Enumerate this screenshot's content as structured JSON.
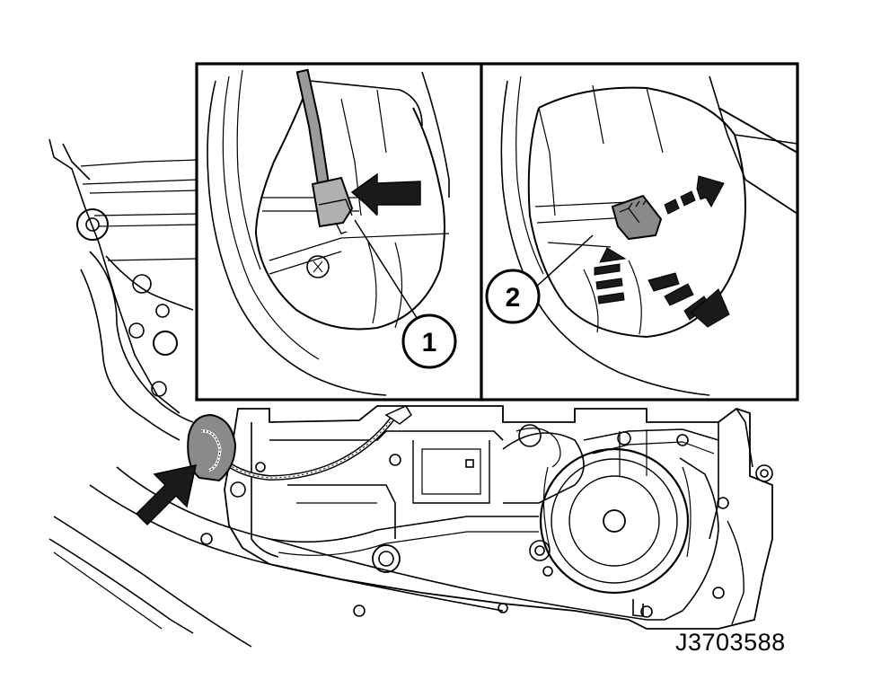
{
  "callouts": [
    {
      "id": "1",
      "label": "1"
    },
    {
      "id": "2",
      "label": "2"
    }
  ],
  "reference_code": "J3703588",
  "colors": {
    "line": "#000000",
    "background": "#ffffff",
    "shading": "#8a8a8a",
    "fill_dark": "#1a1a1a"
  }
}
